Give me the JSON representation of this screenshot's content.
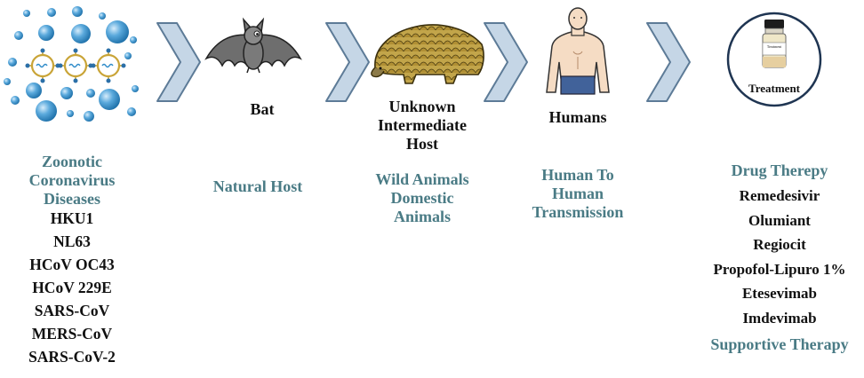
{
  "stages": {
    "virus": {
      "title_lines": [
        "Zoonotic",
        "Coronavirus",
        "Diseases"
      ],
      "items": [
        "HKU1",
        "NL63",
        "HCoV OC43",
        "HCoV 229E",
        "SARS-CoV",
        "MERS-CoV",
        "SARS-CoV-2"
      ]
    },
    "bat": {
      "label": "Bat",
      "role": "Natural Host"
    },
    "intermediate": {
      "label_lines": [
        "Unknown",
        "Intermediate",
        "Host"
      ],
      "role_lines": [
        "Wild Animals",
        "Domestic",
        "Animals"
      ]
    },
    "humans": {
      "label": "Humans",
      "role_lines": [
        "Human To",
        "Human",
        "Transmission"
      ]
    },
    "treatment": {
      "label": "Treatment",
      "bottle_label": "Treatment",
      "therapy_title": "Drug Therepy",
      "drugs": [
        "Remedesivir",
        "Olumiant",
        "Regiocit",
        "Propofol-Lipuro 1%",
        "Etesevimab",
        "Imdevimab"
      ],
      "supportive": "Supportive Therapy"
    }
  },
  "colors": {
    "accent_teal": "#4a7b85",
    "chevron_fill": "#c5d6e6",
    "chevron_stroke": "#5d7b97",
    "virus_blue": "#3a8cc4",
    "pangolin_scale": "#b59a3e"
  },
  "icons": [
    "virus-cluster-icon",
    "bat-icon",
    "pangolin-icon",
    "human-icon",
    "medicine-bottle-icon"
  ]
}
